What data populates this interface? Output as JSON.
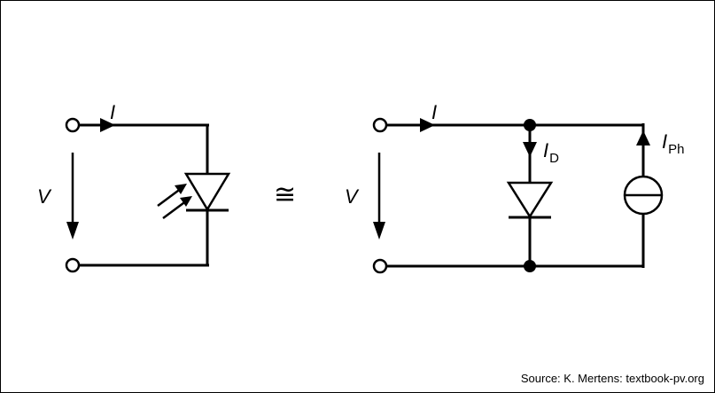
{
  "diagram": {
    "left_circuit": {
      "current_label": "I",
      "voltage_label": "V"
    },
    "equivalence_symbol": "≅",
    "right_circuit": {
      "current_label": "I",
      "voltage_label": "V",
      "diode_current_main": "I",
      "diode_current_sub": "D",
      "photo_current_main": "I",
      "photo_current_sub": "Ph"
    },
    "source_note": "Source: K. Mertens: textbook-pv.org"
  }
}
